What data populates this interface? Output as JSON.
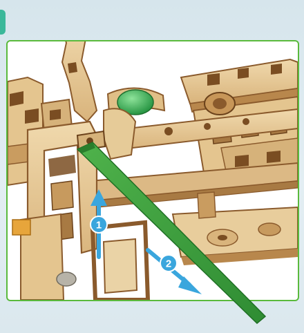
{
  "instruction": {
    "steps": [
      {
        "number": "1",
        "direction": "up"
      },
      {
        "number": "2",
        "direction": "down-right"
      }
    ]
  },
  "colors": {
    "page_background": "#dde9ef",
    "panel_border": "#5aba3c",
    "wood_light": "#e9cf9f",
    "wood_mid": "#d6b27a",
    "wood_edge": "#8a5a2c",
    "lever": "#3b9d3c",
    "gem": "#2ea84a",
    "arrow": "#3aa6dd",
    "amber_block": "#e7a53b"
  },
  "icons": [
    "arrow-up-icon",
    "arrow-down-right-icon"
  ]
}
